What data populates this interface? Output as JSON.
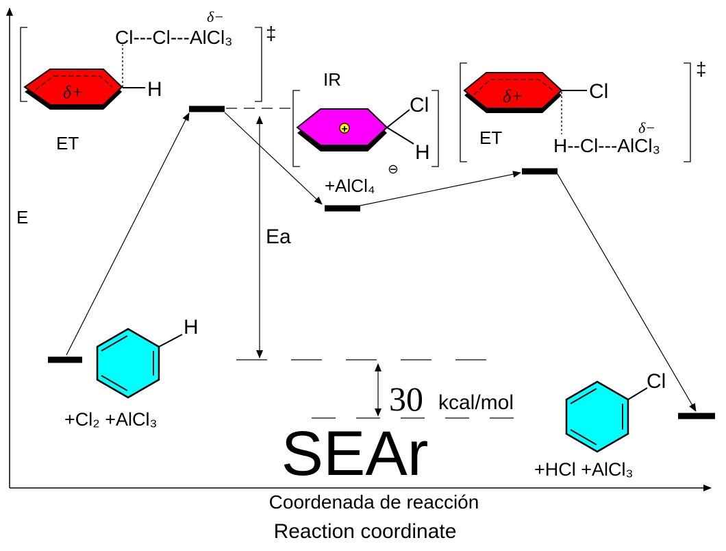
{
  "axes": {
    "y_label": "E",
    "x_label_es": "Coordenada de reacción",
    "x_label_en": "Reaction coordinate"
  },
  "title": "SEAr",
  "states": {
    "reactants": {
      "h_label": "H",
      "formula": "+Cl₂ +AlCl₃"
    },
    "ts1": {
      "tag": "ET",
      "delta_plus": "δ+",
      "h_label": "H",
      "chain": "Cl---Cl---AlCl₃",
      "delta_minus": "δ−",
      "ddagger": "‡"
    },
    "intermediate": {
      "tag": "IR",
      "cl_label": "Cl",
      "h_label": "H",
      "plus_symbol": "+",
      "counterion": "+AlCl₄",
      "counterion_charge": "⊖"
    },
    "ts2": {
      "tag": "ET",
      "delta_plus": "δ+",
      "cl_label": "Cl",
      "chain": "H--Cl---AlCl₃",
      "delta_minus": "δ−",
      "ddagger": "‡"
    },
    "products": {
      "cl_label": "Cl",
      "formula": "+HCl +AlCl₃"
    }
  },
  "activation": {
    "label": "Ea"
  },
  "energy_gap": {
    "value": "30",
    "unit": "kcal/mol"
  },
  "colors": {
    "ts_ring": "#ff0000",
    "intermediate_ring": "#ff00ff",
    "benzene_ring": "#00ffff",
    "plus_circle": "#ffff00",
    "line": "#000000"
  }
}
